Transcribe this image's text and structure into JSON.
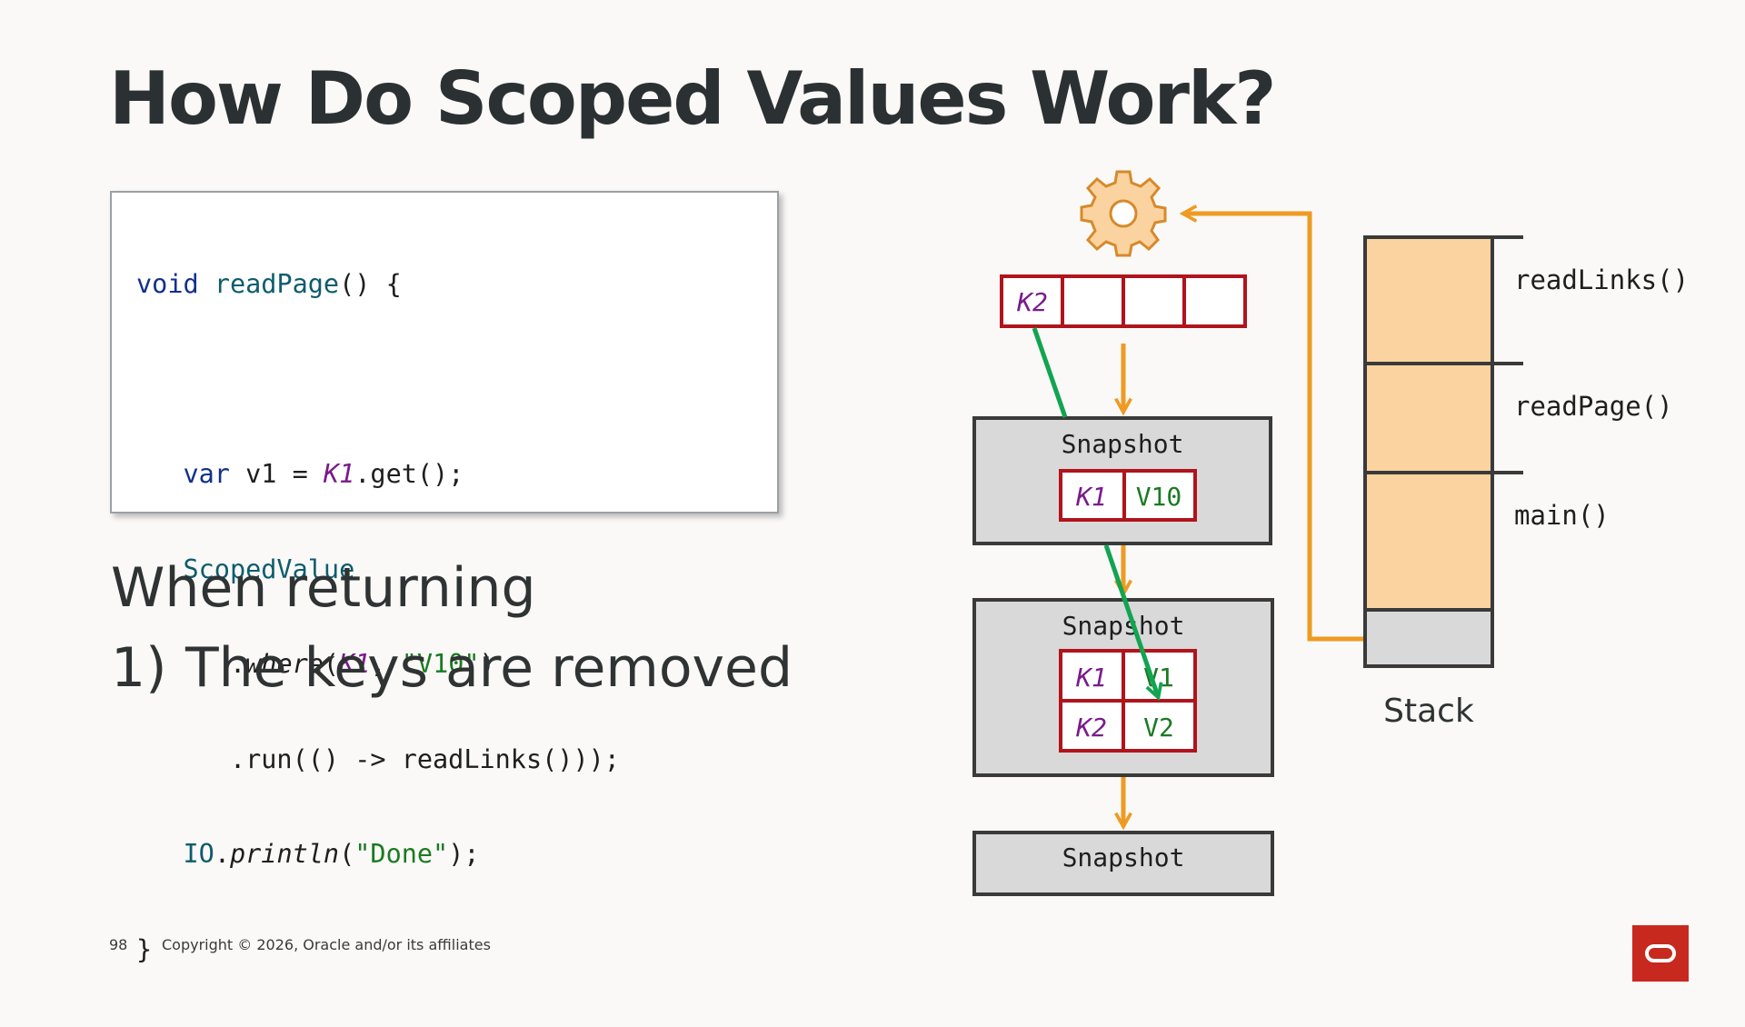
{
  "slide": {
    "title": "How Do Scoped Values Work?",
    "body_line1": "When returning",
    "body_line2_num": "1)",
    "body_line2_text": "The keys are removed",
    "page_number": "98",
    "copyright": "Copyright © 2026, Oracle and/or its affiliates"
  },
  "code": {
    "l1_kw": "void",
    "l1_fn": "readPage",
    "l1_rest": "() {",
    "l3_kw": "var",
    "l3_mid": " v1 = ",
    "l3_key": "K1",
    "l3_rest": ".get();",
    "l4_type": "ScopedValue",
    "l5_dot": ".",
    "l5_where": "where",
    "l5_open": "(",
    "l5_key": "K1",
    "l5_comma": ", ",
    "l5_str": "\"V10\"",
    "l5_close": ")",
    "l6": ".run(() -> readLinks()));",
    "l7_type": "IO",
    "l7_dot": ".",
    "l7_fn": "println",
    "l7_open": "(",
    "l7_str": "\"Done\"",
    "l7_close": ");",
    "l8": "}"
  },
  "diagram": {
    "array_cells": [
      "K2",
      "",
      "",
      ""
    ],
    "snapshots": [
      {
        "label": "Snapshot",
        "entries": [
          {
            "key": "K1",
            "value": "V10"
          }
        ]
      },
      {
        "label": "Snapshot",
        "entries": [
          {
            "key": "K1",
            "value": "V1"
          },
          {
            "key": "K2",
            "value": "V2"
          }
        ]
      },
      {
        "label": "Snapshot",
        "entries": []
      }
    ],
    "stack_frames": [
      "readLinks()",
      "readPage()",
      "main()"
    ],
    "stack_label": "Stack"
  },
  "colors": {
    "orange_arrow": "#ef9a22",
    "green_arrow": "#12a451",
    "cell_border": "#b0141c",
    "stack_fill": "#fbd3a0",
    "snapshot_fill": "#d9d9d9",
    "gear_fill": "#fbd3a0",
    "gear_stroke": "#d68a2c",
    "logo_red": "#c8291f"
  },
  "icons": {
    "gear": "gear-icon",
    "logo": "oracle-logo-icon"
  }
}
